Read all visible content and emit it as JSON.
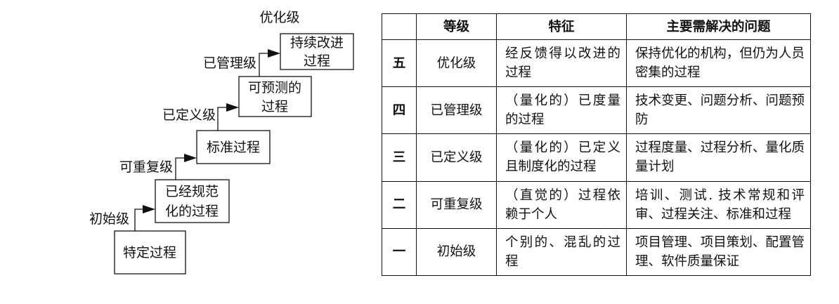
{
  "diagram": {
    "steps": [
      {
        "text": "特定过程"
      },
      {
        "text": "已经规范",
        "text2": "化的过程"
      },
      {
        "text": "标准过程"
      },
      {
        "text": "可预测的",
        "text2": "过程"
      },
      {
        "text": "持续改进",
        "text2": "过程"
      }
    ],
    "arrow_labels": [
      "初始级",
      "可重复级",
      "已定义级",
      "已管理级",
      "优化级"
    ]
  },
  "table": {
    "headers": [
      "",
      "等级",
      "特征",
      "主要需解决的问题"
    ],
    "rows": [
      {
        "num": "五",
        "level": "优化级",
        "feature": "经反馈得以改进的过程",
        "problems": "保持优化的机构，但仍为人员密集的过程"
      },
      {
        "num": "四",
        "level": "已管理级",
        "feature": "（量化的）已度量的过程",
        "problems": "技术变更、问题分析、问题预防"
      },
      {
        "num": "三",
        "level": "已定义级",
        "feature": "（量化的）已定义且制度化的过程",
        "problems": "过程度量、过程分析、量化质量计划"
      },
      {
        "num": "二",
        "level": "可重复级",
        "feature": "（直觉的）过程依赖于个人",
        "problems": "培训、测试. 技术常规和评审、过程关注、标准和过程"
      },
      {
        "num": "一",
        "level": "初始级",
        "feature": "个别的、混乱的过程",
        "problems": "项目管理、项目策划、配置管理、软件质量保证"
      }
    ]
  }
}
